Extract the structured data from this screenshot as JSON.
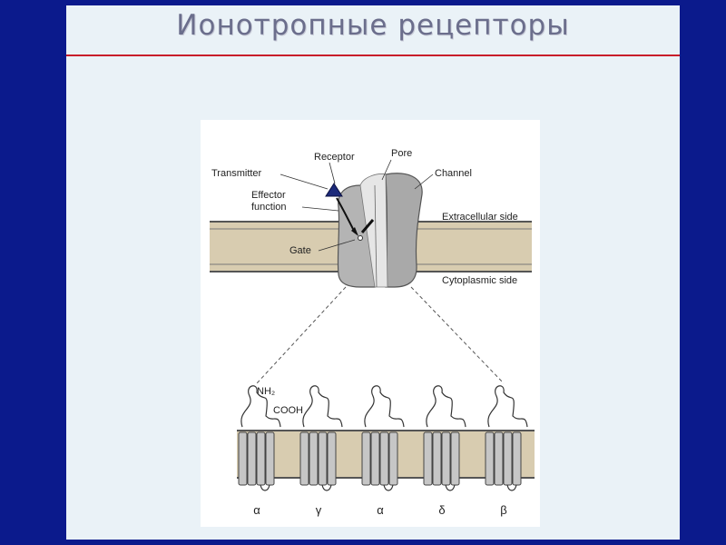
{
  "slide": {
    "title": "Ионотропные рецепторы"
  },
  "figure": {
    "labels": {
      "receptor": "Receptor",
      "pore": "Pore",
      "transmitter": "Transmitter",
      "channel": "Channel",
      "effector_line1": "Effector",
      "effector_line2": "function",
      "extracellular": "Extracellular side",
      "gate": "Gate",
      "cytoplasmic": "Cytoplasmic side",
      "nh2": "NH₂",
      "cooh": "COOH"
    },
    "subunits": [
      "α",
      "γ",
      "α",
      "δ",
      "β"
    ]
  },
  "colors": {
    "background": "#0b1a8c",
    "slide": "#eaf2f7",
    "rule": "#c81e2a",
    "title": "#6b6e8c",
    "membrane": "#d8ccb0",
    "protein": "#b4b4b4",
    "transmitter": "#1c2a7a"
  }
}
